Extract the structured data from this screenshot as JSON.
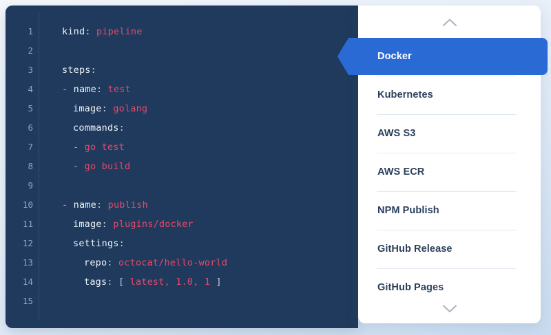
{
  "editor": {
    "name": "yaml-pipeline-editor",
    "language": "yaml",
    "gutter_visible": true,
    "lines": [
      {
        "num": "1",
        "indent": 0,
        "tokens": [
          {
            "t": "key",
            "v": "kind"
          },
          {
            "t": "punct",
            "v": ": "
          },
          {
            "t": "val",
            "v": "pipeline"
          }
        ]
      },
      {
        "num": "2",
        "indent": 0,
        "tokens": []
      },
      {
        "num": "3",
        "indent": 0,
        "tokens": [
          {
            "t": "key",
            "v": "steps"
          },
          {
            "t": "punct",
            "v": ":"
          }
        ]
      },
      {
        "num": "4",
        "indent": 0,
        "tokens": [
          {
            "t": "dash",
            "v": "- "
          },
          {
            "t": "key",
            "v": "name"
          },
          {
            "t": "punct",
            "v": ": "
          },
          {
            "t": "val",
            "v": "test"
          }
        ]
      },
      {
        "num": "5",
        "indent": 1,
        "tokens": [
          {
            "t": "key",
            "v": "image"
          },
          {
            "t": "punct",
            "v": ": "
          },
          {
            "t": "val",
            "v": "golang"
          }
        ]
      },
      {
        "num": "6",
        "indent": 1,
        "tokens": [
          {
            "t": "key",
            "v": "commands"
          },
          {
            "t": "punct",
            "v": ":"
          }
        ]
      },
      {
        "num": "7",
        "indent": 1,
        "tokens": [
          {
            "t": "dash",
            "v": "- "
          },
          {
            "t": "val",
            "v": "go test"
          }
        ]
      },
      {
        "num": "8",
        "indent": 1,
        "tokens": [
          {
            "t": "dash",
            "v": "- "
          },
          {
            "t": "val",
            "v": "go build"
          }
        ]
      },
      {
        "num": "9",
        "indent": 0,
        "tokens": []
      },
      {
        "num": "10",
        "indent": 0,
        "tokens": [
          {
            "t": "dash",
            "v": "- "
          },
          {
            "t": "key",
            "v": "name"
          },
          {
            "t": "punct",
            "v": ": "
          },
          {
            "t": "val",
            "v": "publish"
          }
        ]
      },
      {
        "num": "11",
        "indent": 1,
        "tokens": [
          {
            "t": "key",
            "v": "image"
          },
          {
            "t": "punct",
            "v": ": "
          },
          {
            "t": "val",
            "v": "plugins/docker"
          }
        ]
      },
      {
        "num": "12",
        "indent": 1,
        "tokens": [
          {
            "t": "key",
            "v": "settings"
          },
          {
            "t": "punct",
            "v": ":"
          }
        ]
      },
      {
        "num": "13",
        "indent": 2,
        "tokens": [
          {
            "t": "key",
            "v": "repo"
          },
          {
            "t": "punct",
            "v": ": "
          },
          {
            "t": "val",
            "v": "octocat/hello-world"
          }
        ]
      },
      {
        "num": "14",
        "indent": 2,
        "tokens": [
          {
            "t": "key",
            "v": "tags"
          },
          {
            "t": "punct",
            "v": ": "
          },
          {
            "t": "punct",
            "v": "[ "
          },
          {
            "t": "val",
            "v": "latest, 1.0, 1"
          },
          {
            "t": "punct",
            "v": " ]"
          }
        ]
      },
      {
        "num": "15",
        "indent": 0,
        "tokens": []
      }
    ]
  },
  "picker": {
    "scroll_up_icon": "chevron-up-icon",
    "scroll_down_icon": "chevron-down-icon",
    "selected": "Docker",
    "items": [
      {
        "label": "Docker",
        "selected": true
      },
      {
        "label": "Kubernetes",
        "selected": false
      },
      {
        "label": "AWS S3",
        "selected": false
      },
      {
        "label": "AWS ECR",
        "selected": false
      },
      {
        "label": "NPM Publish",
        "selected": false
      },
      {
        "label": "GitHub Release",
        "selected": false
      },
      {
        "label": "GitHub Pages",
        "selected": false
      }
    ]
  },
  "colors": {
    "editor_bg": "#1f3a5c",
    "accent_blue": "#2a6ad4",
    "value_red": "#e8496b",
    "key_white": "#eef3f8",
    "item_text": "#2b3f5c",
    "page_bg": "#eaf1fa"
  }
}
